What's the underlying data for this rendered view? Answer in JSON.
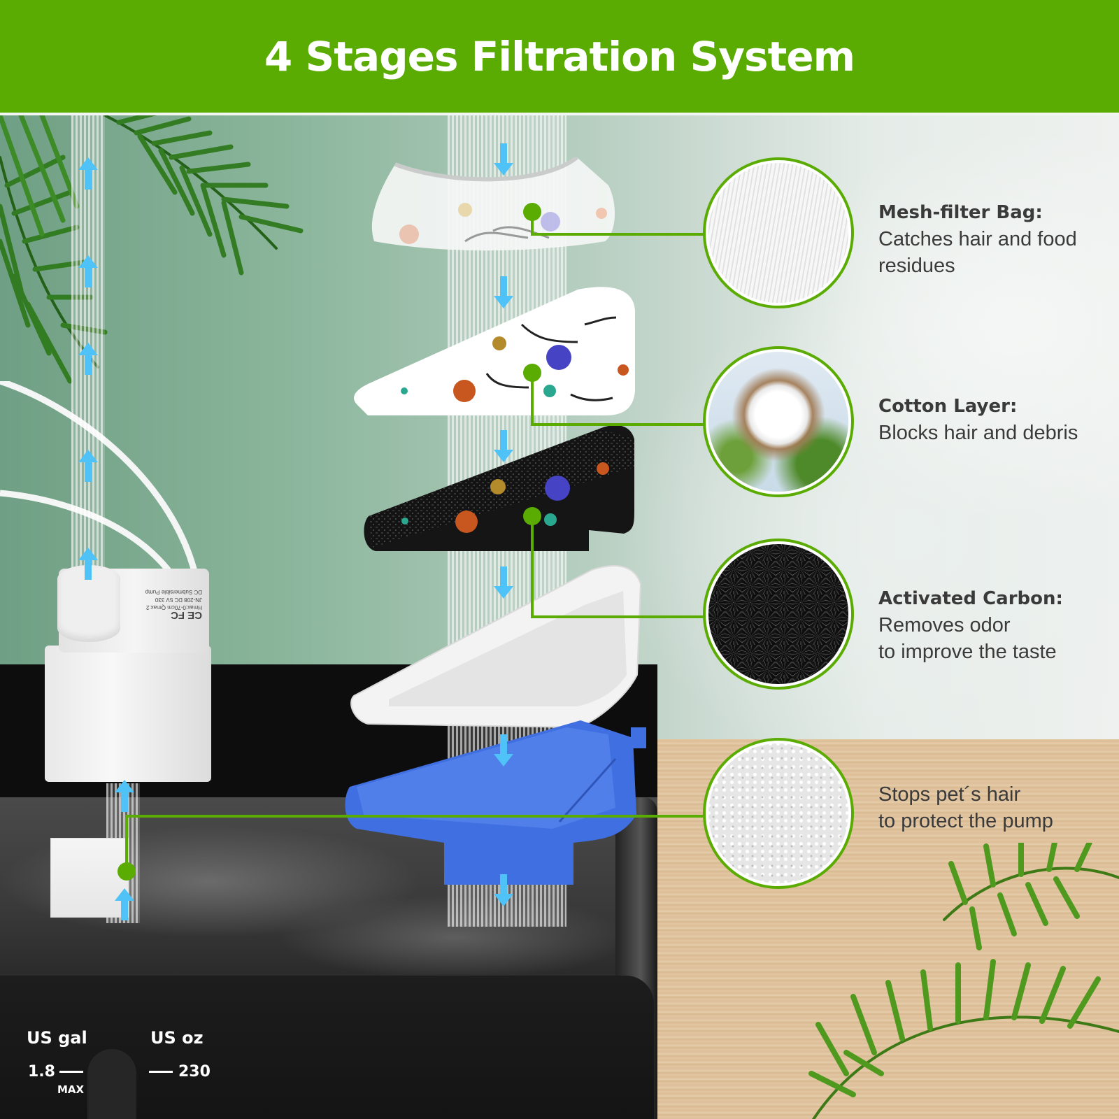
{
  "header": {
    "title": "4 Stages Filtration System",
    "background_color": "#5aab02"
  },
  "stages": [
    {
      "id": "mesh-filter-bag",
      "title": "Mesh-filter Bag:",
      "lines": [
        "Catches hair and food",
        "residues"
      ],
      "circle_image": "white-mesh-texture"
    },
    {
      "id": "cotton-layer",
      "title": "Cotton Layer:",
      "lines": [
        "Blocks hair and debris"
      ],
      "circle_image": "cotton-boll-photo"
    },
    {
      "id": "activated-carbon",
      "title": "Activated Carbon:",
      "lines": [
        "Removes odor",
        "to improve the taste"
      ],
      "circle_image": "black-carbon-granules"
    },
    {
      "id": "pre-filter-sponge",
      "title": "",
      "lines": [
        "Stops pet´s hair",
        "to protect the pump"
      ],
      "circle_image": "white-foam-texture"
    }
  ],
  "pump_label": {
    "line1": "DC Submersible Pump",
    "line2": "JN-208   DC 5V  330",
    "line3": "Hmax:0-70cm   Qmax:2",
    "marks": "CE FC"
  },
  "gauge": {
    "left_unit": "US gal",
    "left_value": "1.8",
    "left_mark": "MAX",
    "right_unit": "US oz",
    "right_value": "230"
  },
  "colors": {
    "accent_green": "#5aab02",
    "arrow_blue": "#4fc3f7",
    "tray_blue": "#3f6fe0",
    "text_dark": "#3a3a3a"
  }
}
